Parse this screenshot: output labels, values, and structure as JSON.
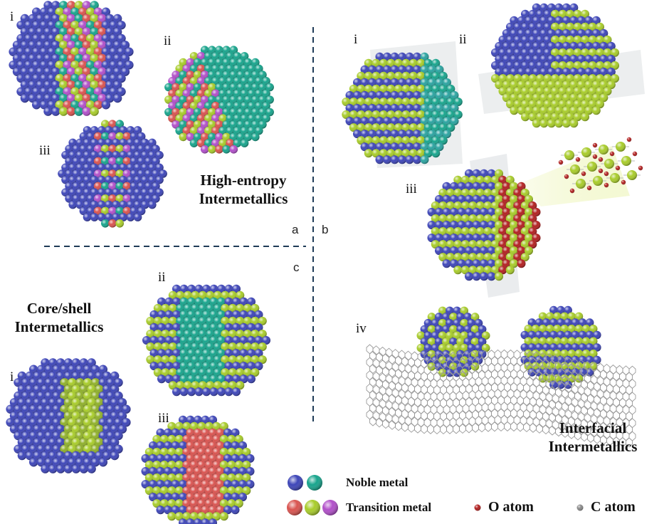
{
  "colors": {
    "noble_blue": "#3d45b8",
    "noble_teal": "#17a48c",
    "transition_red": "#d9534f",
    "transition_green": "#a8cc2a",
    "transition_purple": "#b14fc9",
    "oxygen": "#b22020",
    "carbon": "#8a8a8a",
    "divider": "#1f3b57"
  },
  "panels": {
    "a": "a",
    "b": "b",
    "c": "c"
  },
  "section_a": {
    "title_line1": "High-entropy",
    "title_line2": "Intermetallics",
    "labels": [
      "i",
      "ii",
      "iii"
    ]
  },
  "section_b": {
    "title_line1": "Interfacial",
    "title_line2": "Intermetallics",
    "labels": [
      "i",
      "ii",
      "iii",
      "iv"
    ]
  },
  "section_c": {
    "title_line1": "Core/shell",
    "title_line2": "Intermetallics",
    "labels": [
      "i",
      "ii",
      "iii"
    ]
  },
  "legend": {
    "noble_metal": "Noble metal",
    "transition_metal": "Transition metal",
    "o_atom": "O atom",
    "c_atom": "C atom"
  }
}
